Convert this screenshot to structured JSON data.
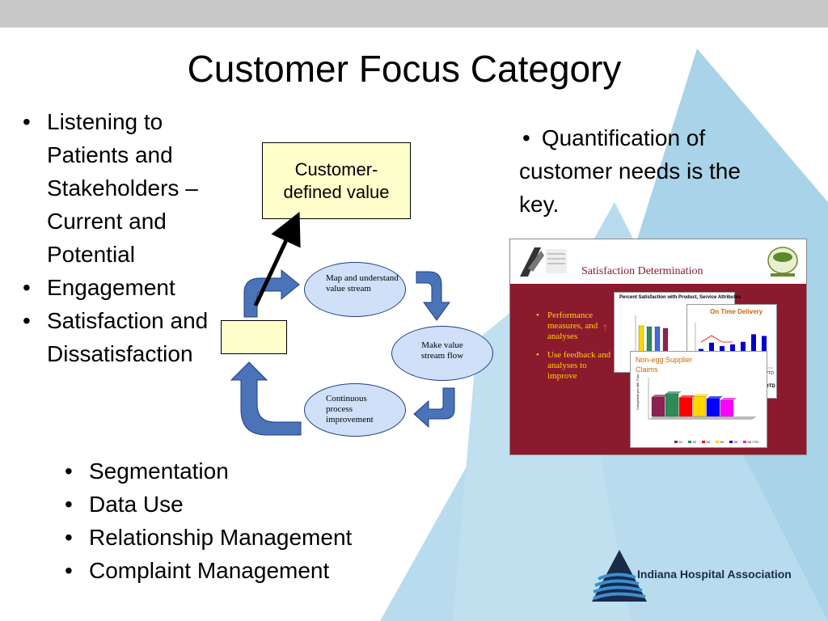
{
  "slide": {
    "title": "Customer Focus Category",
    "left_bullets": [
      "Listening to Patients and Stakeholders – Current and Potential",
      "Engagement",
      "Satisfaction and Dissatisfaction"
    ],
    "right_bullet": "Quantification of customer needs is the key.",
    "bottom_bullets": [
      "Segmentation",
      "Data Use",
      "Relationship Management",
      "Complaint Management"
    ],
    "logo_text": "Indiana Hospital Association"
  },
  "diagram": {
    "box_label": "Customer-defined value",
    "steps": [
      "Map and understand value stream",
      "Make value stream flow",
      "Continuous process improvement"
    ]
  },
  "inset": {
    "title": "Satisfaction Determination",
    "bullets": [
      "Performance measures, and analyses",
      "Use feedback and analyses to improve"
    ],
    "chart_data": [
      {
        "type": "bar",
        "title": "Percent Satisfaction with Product, Service Attributes",
        "series": [
          {
            "name": "",
            "values": [
              82,
              80,
              80,
              76
            ]
          }
        ]
      },
      {
        "type": "bar",
        "title": "On Time Delivery",
        "categories": [
          "",
          "",
          "",
          "",
          "",
          "",
          "'04 YTD"
        ],
        "series": [
          {
            "name": "",
            "values": [
              45,
              60,
              52,
              56,
              62,
              80,
              76
            ]
          }
        ],
        "xlabel": "OTD"
      },
      {
        "type": "bar",
        "title": "Non-egg Supplier Claims",
        "ylabel": "Complaints per Mill. Pounds Produced",
        "series": [
          {
            "name": "'01",
            "values": [
              60
            ]
          },
          {
            "name": "'02",
            "values": [
              70
            ]
          },
          {
            "name": "'03",
            "values": [
              58
            ]
          },
          {
            "name": "'04",
            "values": [
              62
            ]
          },
          {
            "name": "'05",
            "values": [
              55
            ]
          },
          {
            "name": "'06 YTD",
            "values": [
              50
            ]
          }
        ],
        "colors": [
          "#8b2252",
          "#2e8b57",
          "#ff0000",
          "#ffd700",
          "#0000ff",
          "#ff00ff"
        ]
      }
    ]
  },
  "colors": {
    "accent_blue": "#a8d3e8",
    "arrow_blue": "#4a73b8",
    "box_fill": "#ffffcc",
    "inset_bg": "#8b1a2e",
    "inset_text": "#ffd700"
  }
}
